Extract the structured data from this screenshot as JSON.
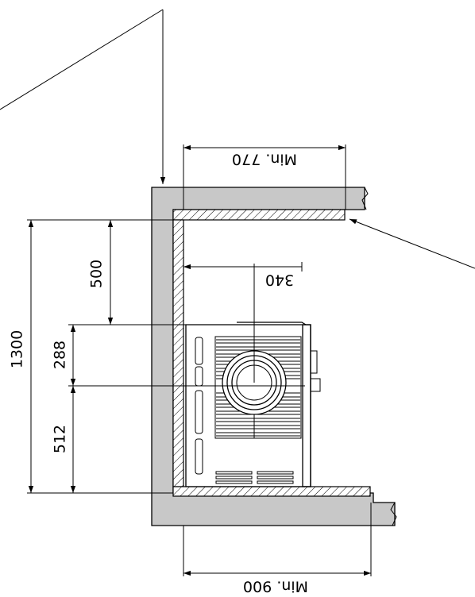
{
  "dimensions": {
    "top_clearance": "Min. 770",
    "bottom_clearance": "Min. 900",
    "center_offset": "340",
    "vertical_total": "1300",
    "vertical_upper": "500",
    "vertical_middle": "288",
    "vertical_lower": "512"
  },
  "colors": {
    "wall_fill": "#c8c8c8",
    "line": "#000000",
    "background": "#ffffff"
  }
}
